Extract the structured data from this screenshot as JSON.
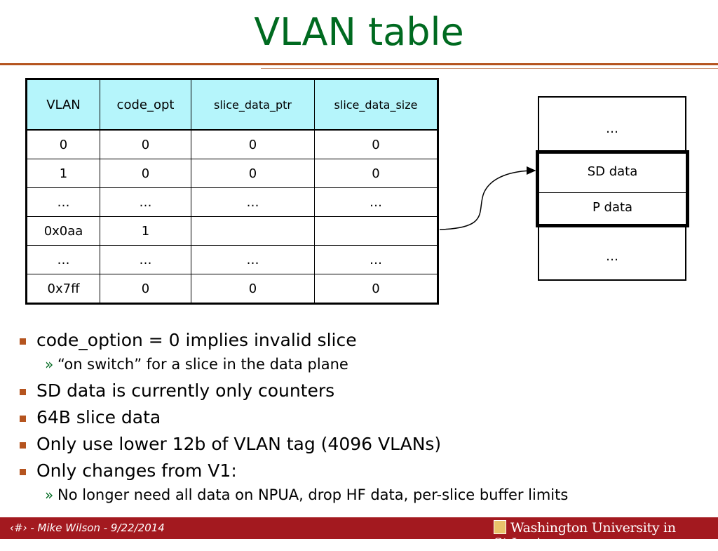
{
  "slide": {
    "title": "VLAN table",
    "table": {
      "headers": [
        "VLAN",
        "code_opt",
        "slice_data_ptr",
        "slice_data_size"
      ],
      "rows": [
        [
          "0",
          "0",
          "0",
          "0"
        ],
        [
          "1",
          "0",
          "0",
          "0"
        ],
        [
          "…",
          "…",
          "…",
          "…"
        ],
        [
          "0x0aa",
          "1",
          "",
          ""
        ],
        [
          "…",
          "…",
          "…",
          "…"
        ],
        [
          "0x7ff",
          "0",
          "0",
          "0"
        ]
      ]
    },
    "memory": {
      "top": "…",
      "sd": "SD data",
      "p": "P data",
      "bottom": "…"
    },
    "bullets": [
      {
        "level": 1,
        "text": "code_option = 0 implies invalid slice"
      },
      {
        "level": 2,
        "marker": "»",
        "text": "“on switch” for a slice in the data plane"
      },
      {
        "level": 1,
        "text": "SD data is currently only counters"
      },
      {
        "level": 1,
        "text": "64B slice data"
      },
      {
        "level": 1,
        "text": "Only use lower 12b of VLAN tag (4096 VLANs)"
      },
      {
        "level": 1,
        "text": "Only changes from V1:"
      },
      {
        "level": 2,
        "marker": "»",
        "text": "No longer need all data on NPUA, drop HF data, per-slice buffer limits"
      }
    ],
    "footer": {
      "text": "‹#› - Mike Wilson - 9/22/2014",
      "logo": "Washington University in St.Louis"
    }
  }
}
